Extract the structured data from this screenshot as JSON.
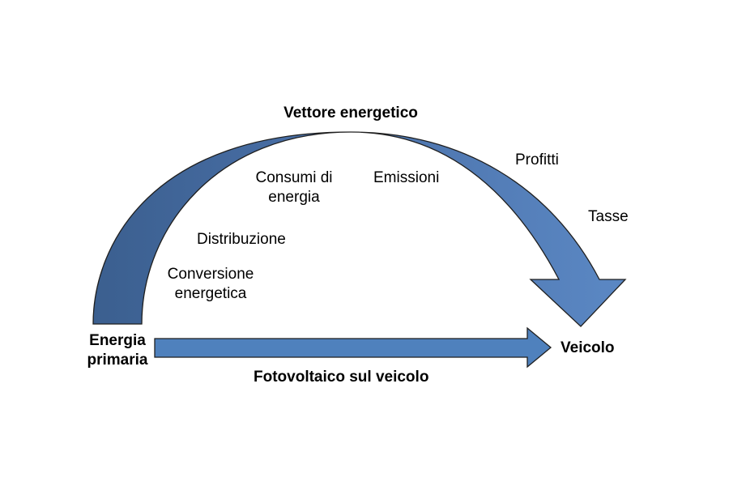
{
  "diagram": {
    "vector_label": "Vettore energetico",
    "primary_energy_label": "Energia\nprimaria",
    "vehicle_label": "Veicolo",
    "pv_label": "Fotovoltaico sul veicolo",
    "arc_items": {
      "conversion": "Conversione\nenergetica",
      "distribution": "Distribuzione",
      "consumption": "Consumi di\nenergia",
      "emissions": "Emissioni",
      "profits": "Profitti",
      "taxes": "Tasse"
    },
    "colors": {
      "arc_dark": "#3b5f8f",
      "arc_mid": "#4a70a8",
      "arc_light": "#5b88c4",
      "arrow_fill": "#4f81bd",
      "outline": "#1f1f1f"
    }
  }
}
